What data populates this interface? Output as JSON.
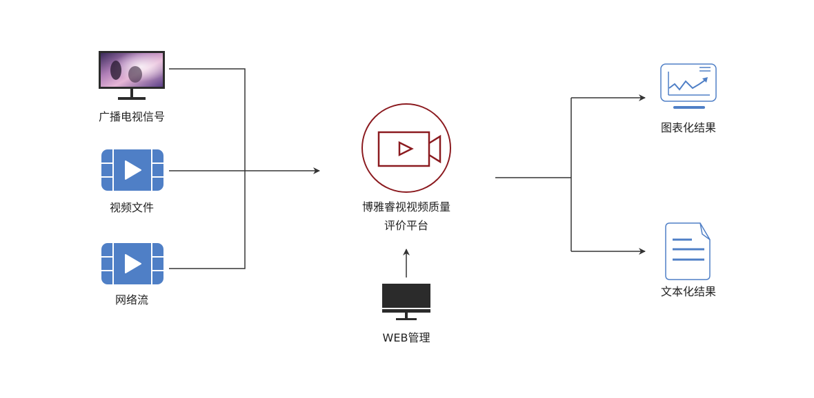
{
  "diagram": {
    "inputs": [
      {
        "label": "广播电视信号",
        "icon": "tv-monitor-icon"
      },
      {
        "label": "视频文件",
        "icon": "video-file-icon"
      },
      {
        "label": "网络流",
        "icon": "network-stream-icon"
      }
    ],
    "platform": {
      "line1": "博雅睿视视频质量",
      "line2": "评价平台",
      "icon": "video-camera-icon",
      "color": "#8b1a1f"
    },
    "web": {
      "label": "WEB管理",
      "icon": "desktop-monitor-icon"
    },
    "outputs": [
      {
        "label": "图表化结果",
        "icon": "chart-monitor-icon"
      },
      {
        "label": "文本化结果",
        "icon": "text-document-icon"
      }
    ],
    "colors": {
      "icon_blue": "#4f7fc6",
      "line": "#333333",
      "platform_red": "#8b1a1f",
      "monitor_dark": "#2b2b2b"
    }
  }
}
